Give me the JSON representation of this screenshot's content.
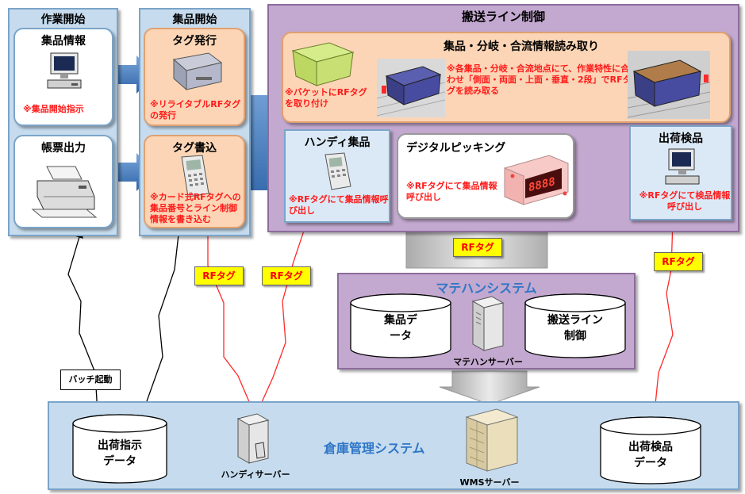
{
  "work_start": {
    "title": "作業開始"
  },
  "picking_info": {
    "title": "集品情報",
    "note": "※集品開始指示"
  },
  "form_output": {
    "title": "帳票出力"
  },
  "picking_start": {
    "title": "集品開始"
  },
  "tag_issue": {
    "title": "タグ発行",
    "note": "※リライタブルRFタグの発行"
  },
  "tag_write": {
    "title": "タグ書込",
    "note": "※カード式RFタグへの集品番号とライン制御情報を書き込む"
  },
  "conveyor": {
    "title": "搬送ライン制御"
  },
  "read_section": {
    "title": "集品・分岐・合流情報読み取り",
    "note_left": "※バケットにRFタグを取り付け",
    "note_right": "※各集品・分岐・合流地点にて、作業特性に合わせ「側面・両面・上面・垂直・2段」でRFタグを読み取る"
  },
  "handy": {
    "title": "ハンディ集品",
    "note": "※RFタグにて集品情報呼び出し"
  },
  "digital": {
    "title": "デジタルピッキング",
    "note": "※RFタグにて集品情報呼び出し",
    "display": "8888"
  },
  "shipping_inspect": {
    "title": "出荷検品",
    "note": "※RFタグにて検品情報呼び出し"
  },
  "rf_tags": [
    "RFタグ",
    "RFタグ",
    "RFタグ",
    "RFタグ"
  ],
  "mh_system": {
    "title": "マテハンシステム",
    "db1": "集品データ",
    "db2": "搬送ライン制御",
    "server": "マテハンサーバー"
  },
  "batch": "バッチ起動",
  "warehouse": {
    "title": "倉庫管理システム",
    "db_left": "出荷指示データ",
    "db_right": "出荷検品データ",
    "handy_server": "ハンディサーバー",
    "wms_server": "WMSサーバー"
  },
  "colors": {
    "blue_panel": "#c6dcee",
    "purple_panel": "#c3a8cf",
    "orange_card": "#fbd5b5",
    "note_red": "#ff1a1a",
    "rf_tag_yellow": "#ffff00",
    "arrow_blue": "#3f77b6",
    "arrow_orange": "#e39a3a"
  }
}
